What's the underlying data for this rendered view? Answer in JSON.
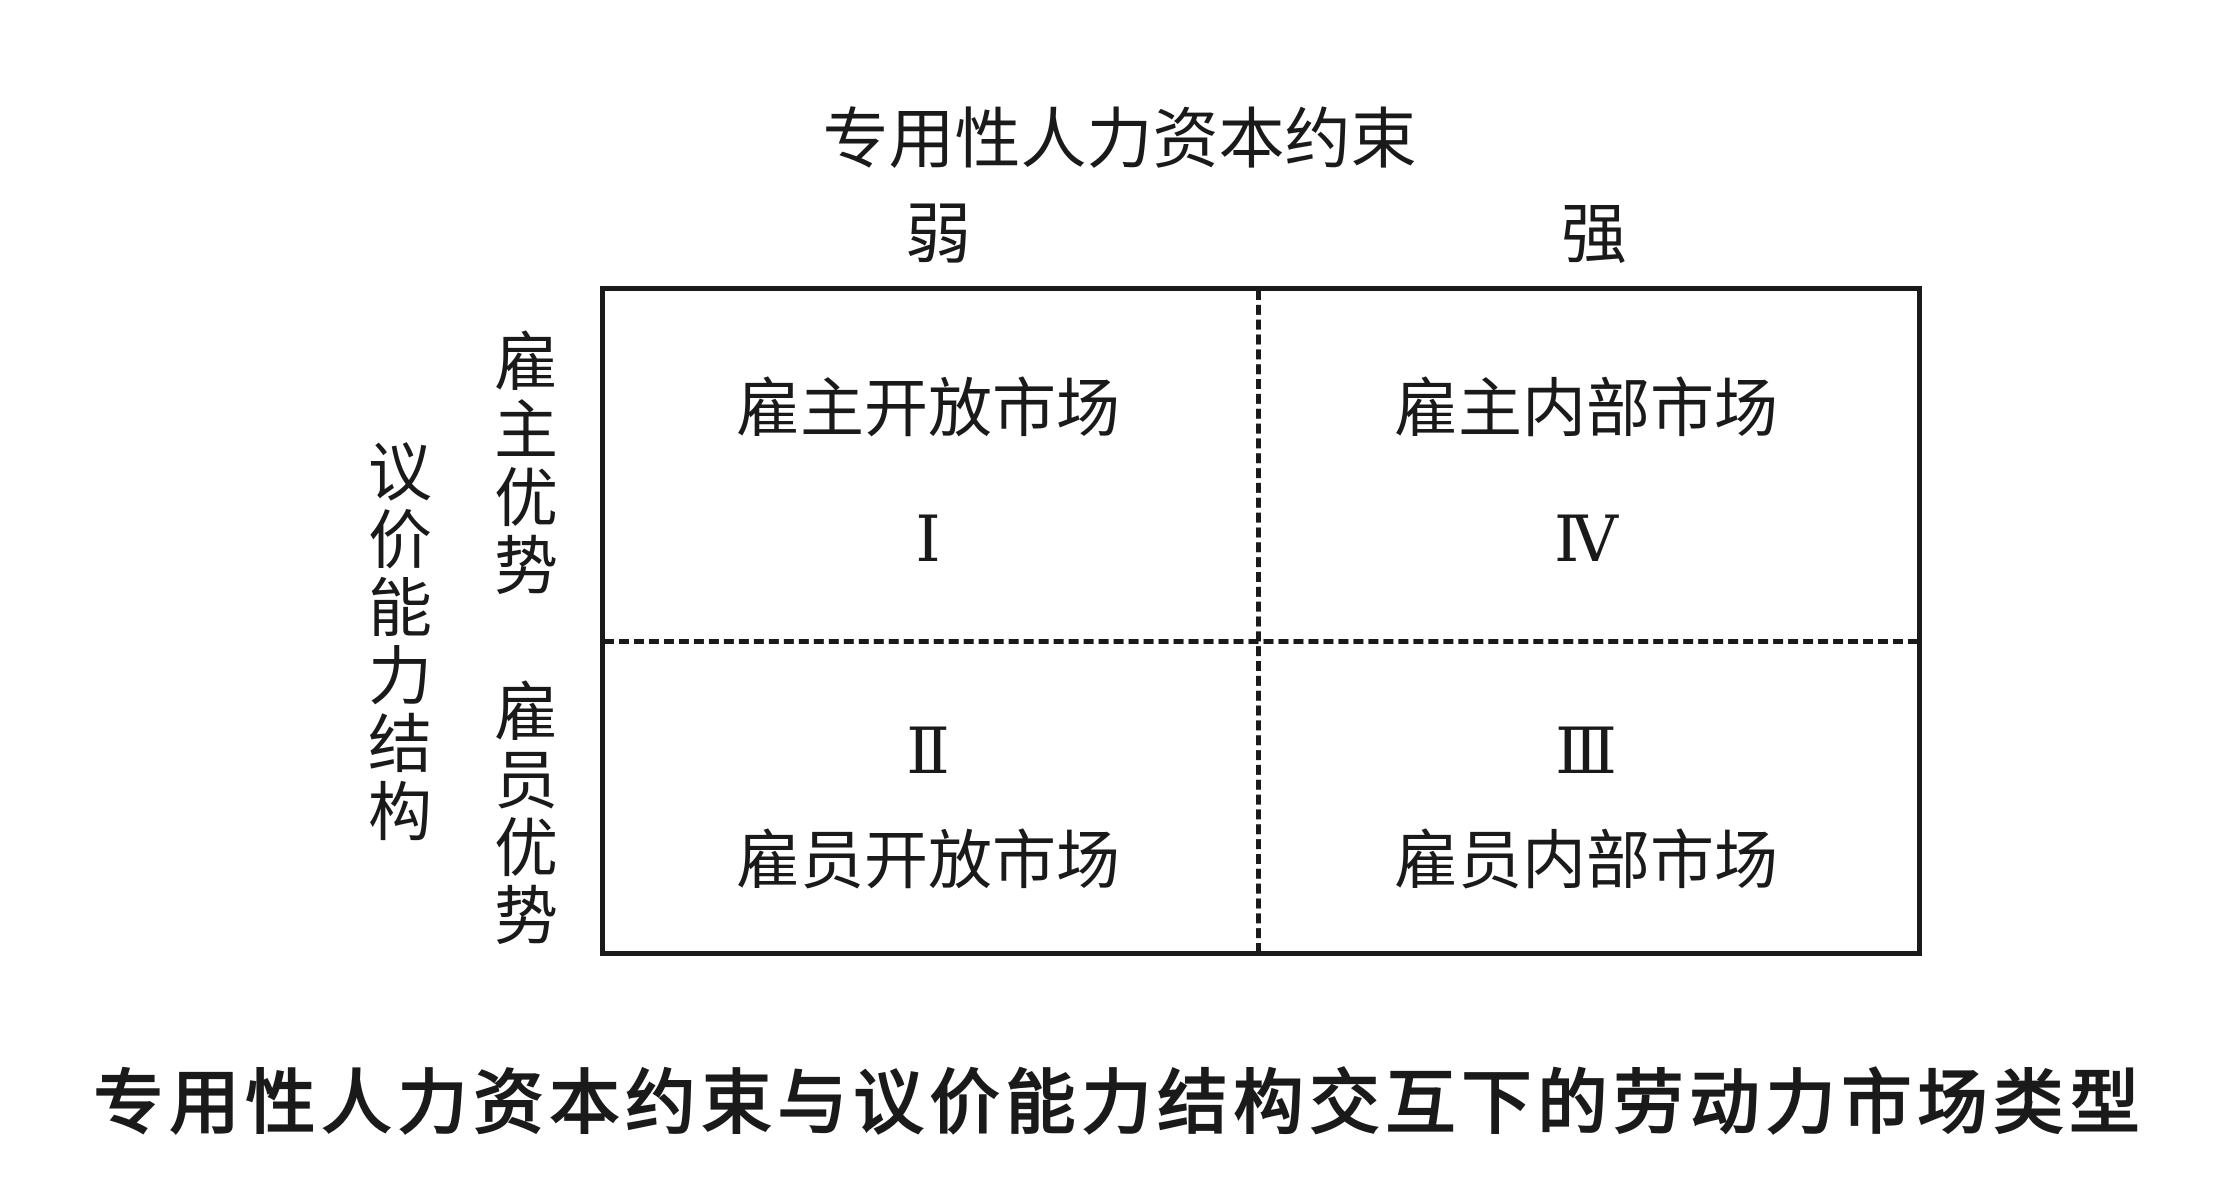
{
  "axes": {
    "top_title": "专用性人力资本约束",
    "top_weak": "弱",
    "top_strong": "强",
    "left_title": "议价能力结构",
    "left_upper": "雇主优势",
    "left_lower": "雇员优势"
  },
  "quadrants": {
    "top_left": {
      "label": "雇主开放市场",
      "numeral": "Ⅰ"
    },
    "top_right": {
      "label": "雇主内部市场",
      "numeral": "Ⅳ"
    },
    "bottom_left": {
      "label": "雇员开放市场",
      "numeral": "Ⅱ"
    },
    "bottom_right": {
      "label": "雇员内部市场",
      "numeral": "Ⅲ"
    }
  },
  "caption": "专用性人力资本约束与议价能力结构交互下的劳动力市场类型"
}
